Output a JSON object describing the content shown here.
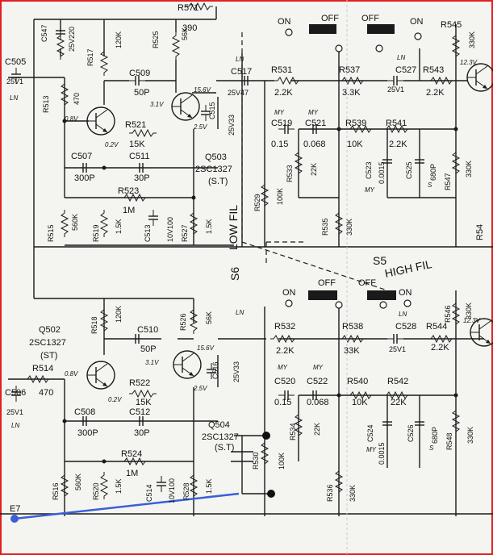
{
  "top": {
    "r571": "R571",
    "r571_val": "390",
    "c547": "C547",
    "c547_val": "25V220",
    "r517": "R517",
    "r517_val": "120K",
    "r525": "R525",
    "r525_val": "56K",
    "c505": "C505",
    "c505_val": "25V1",
    "c505_tag": "LN",
    "r513": "R513",
    "r513_val": "470",
    "c509": "C509",
    "c509_val": "50P",
    "v_3_1": "3.1V",
    "v_15_6": "15.6V",
    "v_0_8": "0.8V",
    "v_0_2": "0.2V",
    "v_2_5": "2.5V",
    "r521": "R521",
    "r521_val": "15K",
    "c515": "C515",
    "c515_val": "25V33",
    "c507": "C507",
    "c507_val": "300P",
    "c511": "C511",
    "c511_val": "30P",
    "r523": "R523",
    "r523_val": "1M",
    "c513": "C513",
    "c513_val": "10V100",
    "r515": "R515",
    "r515_val": "560K",
    "r519": "R519",
    "r519_val": "1.5K",
    "r527": "R527",
    "r527_val": "1.5K",
    "q503": "Q503",
    "q503_part": "2SC1327",
    "q503_rank": "(S.T)",
    "c517": "C517",
    "c517_val": "25V47",
    "c517_tag": "LN",
    "r531": "R531",
    "r531_val": "2.2K",
    "r537": "R537",
    "r537_val": "3.3K",
    "c527": "C527",
    "c527_val": "25V1",
    "c527_tag": "LN",
    "r543": "R543",
    "r543_val": "2.2K",
    "r545": "R545",
    "r545_val": "330K",
    "v_123": "12.3V",
    "c519": "C519",
    "c519_val": "0.15",
    "c519_tag": "MY",
    "c521": "C521",
    "c521_val": "0.068",
    "c521_tag": "MY",
    "r539": "R539",
    "r539_val": "10K",
    "r541": "R541",
    "r541_val": "2.2K",
    "r533": "R533",
    "r533_val": "22K",
    "c523": "C523",
    "c523_val": "0.0015",
    "c523_tag": "MY",
    "c525": "C525",
    "c525_val": "680P",
    "c525_tag": "S",
    "r547": "R547",
    "r547_val": "330K",
    "r529": "R529",
    "r529_val": "100K",
    "r535": "R535",
    "r535_val": "330K",
    "low_fil": "LOW FIL",
    "s6": "S6",
    "on": "ON",
    "off": "OFF",
    "r549_partial": "R54"
  },
  "bottom": {
    "q502": "Q502",
    "q502_part": "2SC1327",
    "q502_rank": "(ST)",
    "r518": "R518",
    "r518_val": "120K",
    "c510": "C510",
    "c510_val": "50P",
    "r526": "R526",
    "r526_val": "56K",
    "r514": "R514",
    "r514_val": "470",
    "c506": "C506",
    "c506_val": "25V1",
    "c506_tag": "LN",
    "v_0_8": "0.8V",
    "v_3_1": "3.1V",
    "v_15_6": "15.6V",
    "v_0_2": "0.2V",
    "v_2_5": "2.5V",
    "r522": "R522",
    "r522_val": "15K",
    "c512": "C512",
    "c512_val": "30P",
    "c516": "C516",
    "c516_val": "25V33",
    "c508": "C508",
    "c508_val": "300P",
    "r524": "R524",
    "r524_val": "1M",
    "q504": "Q504",
    "q504_part": "2SC1327",
    "q504_rank": "(S.T)",
    "r516": "R516",
    "r516_val": "560K",
    "r520": "R520",
    "r520_val": "1.5K",
    "c514": "C514",
    "c514_val": "10V100",
    "r528": "R528",
    "r528_val": "1.5K",
    "r530": "R530",
    "r530_val": "100K",
    "ln_tag": "LN",
    "r532": "R532",
    "r532_val": "2.2K",
    "r538": "R538",
    "r538_val": "33K",
    "c528": "C528",
    "c528_val": "25V1",
    "c528_tag": "LN",
    "r544": "R544",
    "r544_val": "2.2K",
    "r546": "R546",
    "r546_val": "330K",
    "v_123": "12.3V",
    "c520": "C520",
    "c520_val": "0.15",
    "c520_tag": "MY",
    "c522": "C522",
    "c522_val": "0.068",
    "c522_tag": "MY",
    "r540": "R540",
    "r540_val": "10K",
    "r542": "R542",
    "r542_val": "22K",
    "r534": "R534",
    "r534_val": "22K",
    "c524": "C524",
    "c524_val": "0.0015",
    "c524_tag": "MY",
    "c526": "C526",
    "c526_val": "680P",
    "c526_tag": "S",
    "r548": "R548",
    "r548_val": "330K",
    "r536": "R536",
    "r536_val": "330K",
    "s5": "S5",
    "high_fil": "HIGH FIL",
    "on": "ON",
    "off": "OFF",
    "e7": "E7"
  },
  "colors": {
    "frame": "#e02020",
    "annotation_wire": "#3a5fd8",
    "annotation_dot": "#3a5fd8",
    "ink": "#1a1a1a",
    "paper": "#f4f4f0"
  }
}
